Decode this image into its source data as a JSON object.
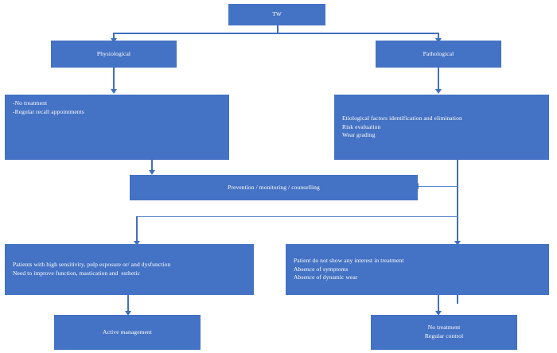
{
  "diagram": {
    "title": "TW",
    "nodes": {
      "root": {
        "label": "TW"
      },
      "physiological": {
        "label": "Physiological"
      },
      "pathological": {
        "label": "Pathological"
      },
      "physiological_actions": {
        "lines": [
          "-No treatment",
          "-Regular recall appointments"
        ]
      },
      "pathological_actions": {
        "lines": [
          "Etiological factors identification and elimination",
          "Risk evaluation",
          "Wear grading"
        ]
      },
      "prevention": {
        "label": "Prevention / monitoring / counselling"
      },
      "active_criteria": {
        "lines": [
          "Patients with high sensitivity, pulp esposure or/ and dysfunction",
          "Need to improve function, mastication and  esthetic"
        ]
      },
      "passive_criteria": {
        "lines": [
          "Patient do not show any interest in treatment",
          "Absence of symptoms",
          "Absence of dynamic wear"
        ]
      },
      "active_management": {
        "label": "Active management"
      },
      "no_treatment": {
        "lines": [
          "No treatment",
          "Regular control"
        ]
      }
    },
    "colors": {
      "node_fill": "#4472C4",
      "node_text": "#FFFFFF",
      "connector": "#3F6FC0",
      "connector_light": "#5B88D0",
      "background": "#FFFFFF"
    }
  }
}
